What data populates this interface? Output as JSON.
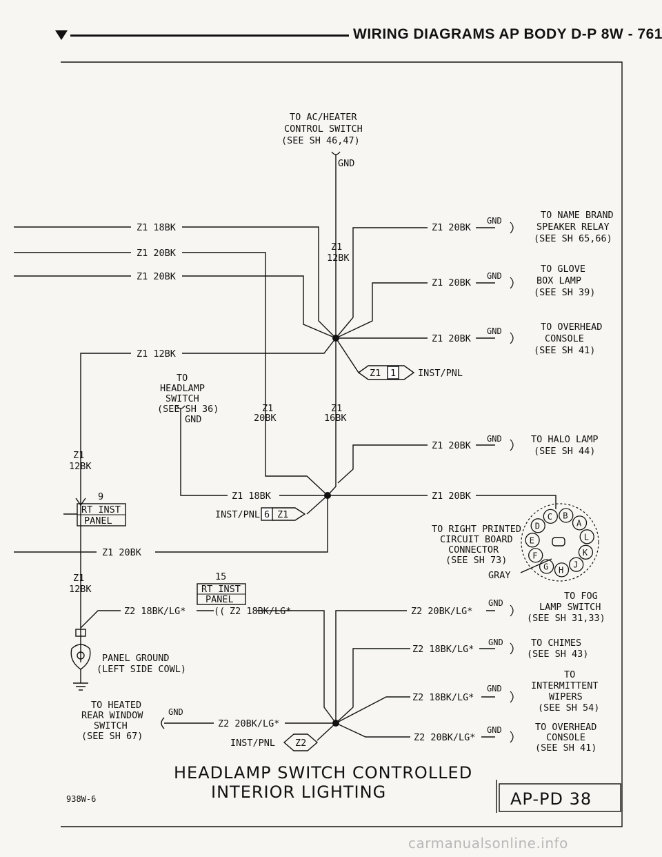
{
  "header": {
    "title": "WIRING DIAGRAMS AP BODY D-P  8W - 761"
  },
  "diagram": {
    "top_feed": {
      "dest": [
        "TO AC/HEATER",
        "CONTROL SWITCH",
        "(SEE SH 46,47)"
      ],
      "gnd": "GND",
      "trunk_circuit": "Z1",
      "trunk_gauge": "12BK"
    },
    "left_wires": [
      {
        "label": "Z1 18BK"
      },
      {
        "label": "Z1 20BK"
      },
      {
        "label": "Z1 20BK"
      },
      {
        "label": "Z1 12BK"
      }
    ],
    "right_upper": [
      {
        "wire": "Z1 20BK",
        "gnd": "GND",
        "dest": [
          "TO NAME BRAND",
          "SPEAKER RELAY",
          "(SEE SH 65,66)"
        ]
      },
      {
        "wire": "Z1 20BK",
        "gnd": "GND",
        "dest": [
          "TO GLOVE",
          "BOX LAMP",
          "(SEE SH 39)"
        ]
      },
      {
        "wire": "Z1 20BK",
        "gnd": "GND",
        "dest": [
          "TO OVERHEAD",
          "CONSOLE",
          "(SEE SH 41)"
        ]
      },
      {
        "wire": "Z1 20BK",
        "gnd": "GND",
        "dest": [
          "TO HALO LAMP",
          "(SEE SH 44)"
        ]
      }
    ],
    "splice1": {
      "circuit": "Z1",
      "pin": "1",
      "label": "INST/PNL"
    },
    "headlamp": {
      "dest": [
        "TO",
        "HEADLAMP",
        "SWITCH",
        "(SEE SH 36)"
      ],
      "gnd": "GND",
      "wire_a_circuit": "Z1",
      "wire_a_gauge": "20BK",
      "wire_b_circuit": "Z1",
      "wire_b_gauge": "16BK",
      "lower_wire": "Z1 18BK"
    },
    "left_trunk": {
      "circuit": "Z1",
      "gauge": "12BK",
      "circuit2": "Z1",
      "gauge2": "12BK"
    },
    "rt_panel_1": {
      "pin": "9",
      "line1": "RT INST",
      "line2": "PANEL"
    },
    "rt_panel_2": {
      "pin": "15",
      "line1": "RT INST",
      "line2": "PANEL"
    },
    "inst_pnl_6": {
      "label": "INST/PNL",
      "pin": "6",
      "circuit": "Z1"
    },
    "z1_20bk_lower": "Z1 20BK",
    "connector": {
      "wire": "Z1 20BK",
      "dest": [
        "TO RIGHT PRINTED",
        "CIRCUIT BOARD",
        "CONNECTOR",
        "(SEE SH 73)"
      ],
      "color": "GRAY",
      "pins": [
        "A",
        "B",
        "C",
        "D",
        "E",
        "F",
        "G",
        "H",
        "J",
        "K",
        "L"
      ]
    },
    "z2_left_wire": "Z2 18BK/LG*",
    "z2_left_wire2": "Z2 18BK/LG*",
    "ground": {
      "line1": "PANEL GROUND",
      "line2": "(LEFT SIDE COWL)"
    },
    "heated_rear": {
      "dest": [
        "TO HEATED",
        "REAR WINDOW",
        "SWITCH",
        "(SEE SH 67)"
      ],
      "gnd": "GND",
      "wire": "Z2 20BK/LG*"
    },
    "inst_pnl_z2": {
      "label": "INST/PNL",
      "circuit": "Z2"
    },
    "right_lower": [
      {
        "wire": "Z2 20BK/LG*",
        "gnd": "GND",
        "dest": [
          "TO FOG",
          "LAMP SWITCH",
          "(SEE SH 31,33)"
        ]
      },
      {
        "wire": "Z2 18BK/LG*",
        "gnd": "GND",
        "dest": [
          "TO CHIMES",
          "(SEE SH 43)"
        ]
      },
      {
        "wire": "Z2 18BK/LG*",
        "gnd": "GND",
        "dest": [
          "TO",
          "INTERMITTENT",
          "WIPERS",
          "(SEE SH 54)"
        ]
      },
      {
        "wire": "Z2 20BK/LG*",
        "gnd": "GND",
        "dest": [
          "TO OVERHEAD",
          "CONSOLE",
          "(SEE SH 41)"
        ]
      }
    ],
    "title": [
      "HEADLAMP SWITCH CONTROLLED",
      "INTERIOR LIGHTING"
    ],
    "fig_id": "938W-6",
    "sheet": "AP-PD 38"
  },
  "watermark": "carmanualsonline.info"
}
